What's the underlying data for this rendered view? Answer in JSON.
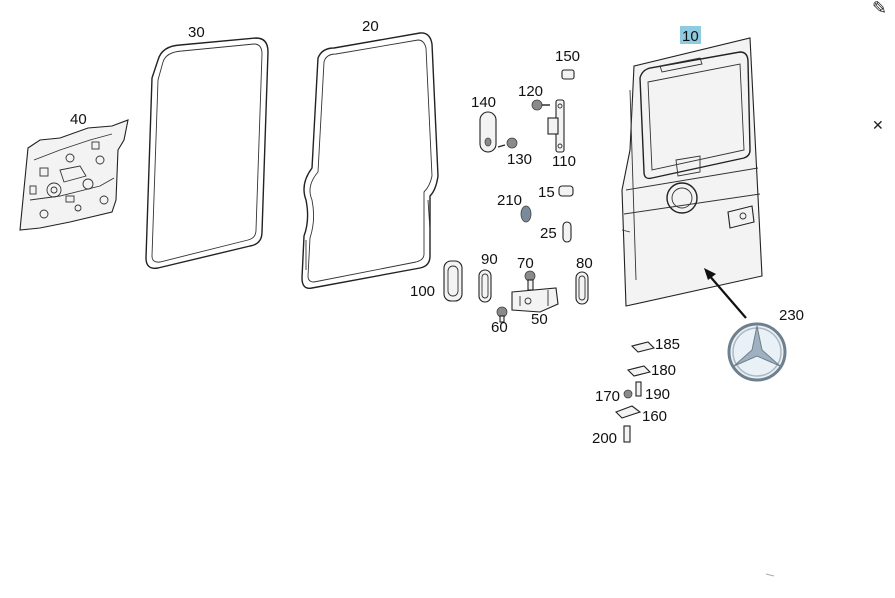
{
  "diagram": {
    "labels": {
      "p10": "10",
      "p15": "15",
      "p20": "20",
      "p25": "25",
      "p30": "30",
      "p40": "40",
      "p50": "50",
      "p60": "60",
      "p70": "70",
      "p80": "80",
      "p90": "90",
      "p100": "100",
      "p110": "110",
      "p120": "120",
      "p130": "130",
      "p140": "140",
      "p150": "150",
      "p160": "160",
      "p170": "170",
      "p180": "180",
      "p185": "185",
      "p190": "190",
      "p200": "200",
      "p210": "210",
      "p230": "230"
    },
    "highlighted_part": "10"
  },
  "toolbar": {
    "edit_icon": "edit-icon",
    "close_icon": "close-icon"
  },
  "colors": {
    "highlight": "#8fcbe0",
    "line": "#222222",
    "background": "#ffffff"
  }
}
